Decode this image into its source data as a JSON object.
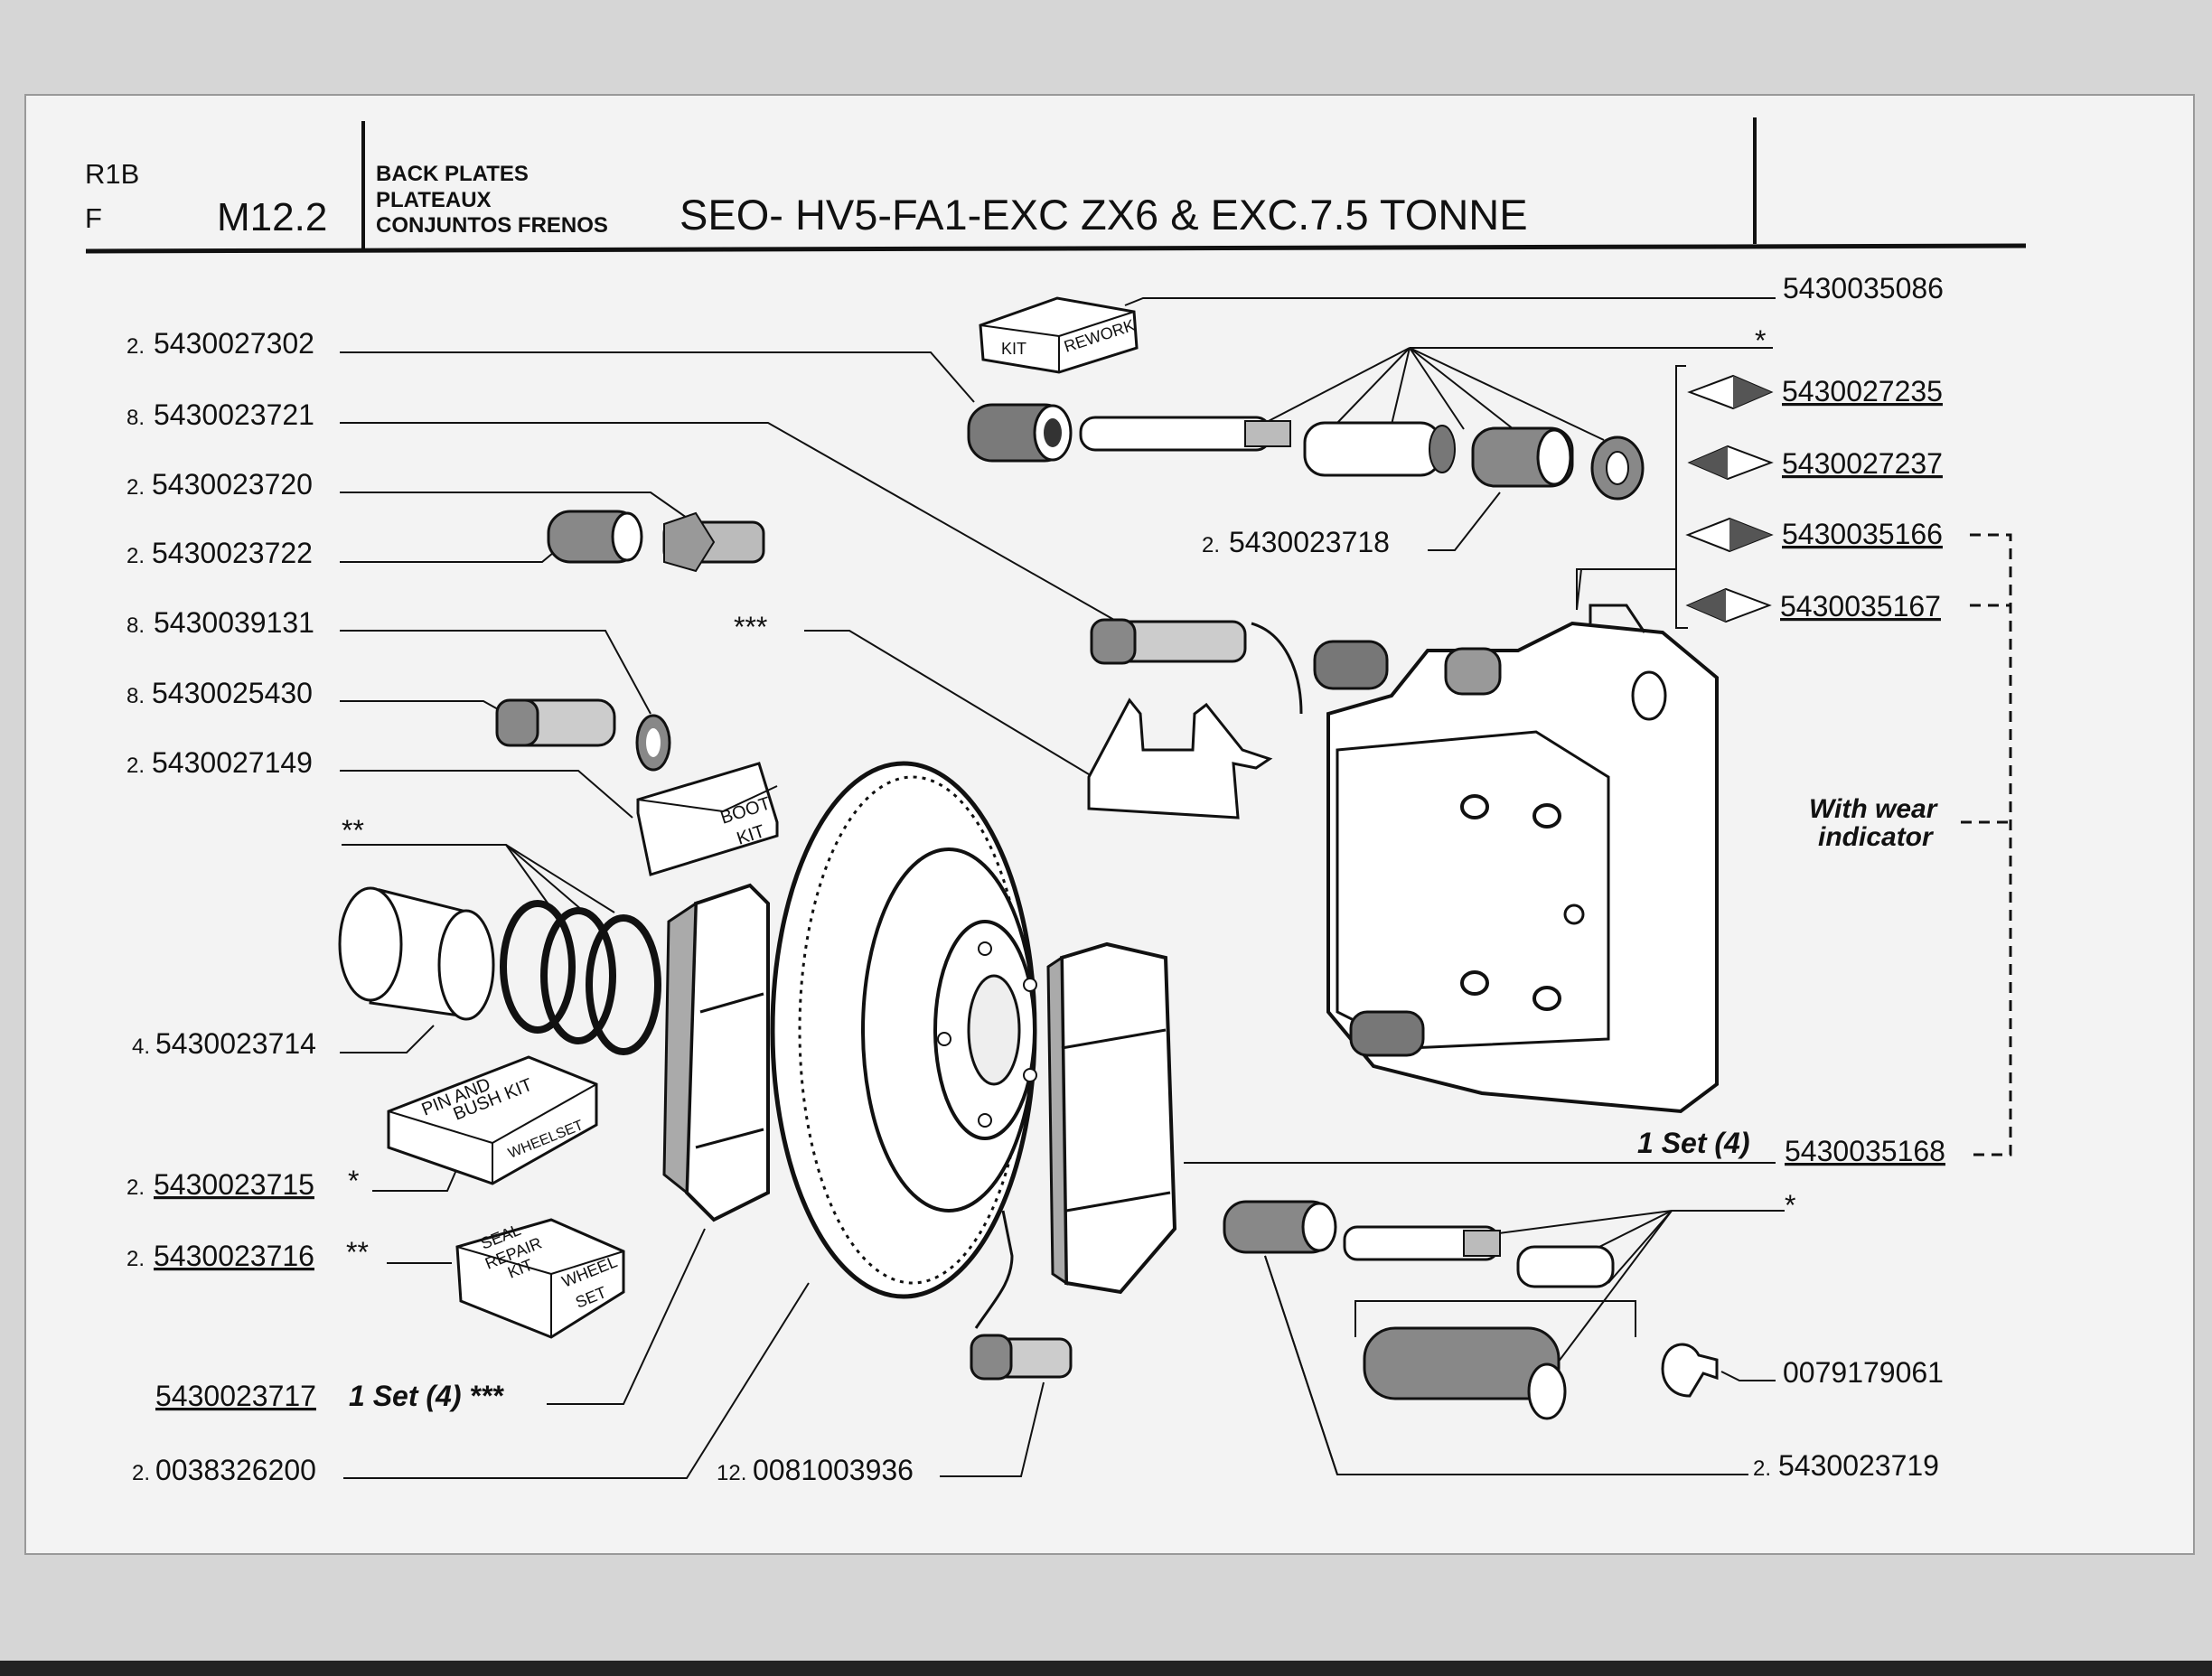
{
  "header": {
    "code_r1b": "R1B",
    "code_f": "F",
    "section": "M12.2",
    "desc_lines": [
      "BACK PLATES",
      "PLATEAUX",
      "CONJUNTOS FRENOS"
    ],
    "title": "SEO- HV5-FA1-EXC ZX6 & EXC.7.5 TONNE"
  },
  "left_labels": [
    {
      "qty": "2.",
      "part": "5430027302",
      "suffix": "",
      "underline": false
    },
    {
      "qty": "8.",
      "part": "5430023721",
      "suffix": "",
      "underline": false
    },
    {
      "qty": "2.",
      "part": "5430023720",
      "suffix": "",
      "underline": false
    },
    {
      "qty": "2.",
      "part": "5430023722",
      "suffix": "",
      "underline": false
    },
    {
      "qty": "8.",
      "part": "5430039131",
      "suffix": "",
      "underline": false
    },
    {
      "qty": "8.",
      "part": "5430025430",
      "suffix": "",
      "underline": false
    },
    {
      "qty": "2.",
      "part": "5430027149",
      "suffix": "",
      "underline": false
    },
    {
      "qty": "",
      "part": "",
      "suffix": "**",
      "underline": false
    },
    {
      "qty": "4.",
      "part": "5430023714",
      "suffix": "",
      "underline": false
    },
    {
      "qty": "2.",
      "part": "5430023715",
      "suffix": "*",
      "underline": true
    },
    {
      "qty": "2.",
      "part": "5430023716",
      "suffix": "**",
      "underline": true
    },
    {
      "qty": "",
      "part": "5430023717",
      "suffix": "1 Set (4) ***",
      "underline": true
    },
    {
      "qty": "2.",
      "part": "0038326200",
      "suffix": "",
      "underline": false
    }
  ],
  "right_labels": [
    {
      "qty": "",
      "part": "5430035086",
      "suffix": "",
      "underline": false
    },
    {
      "qty": "",
      "part": "",
      "suffix": "*",
      "underline": false
    },
    {
      "qty": "",
      "part": "5430027235",
      "suffix": "",
      "underline": true
    },
    {
      "qty": "",
      "part": "5430027237",
      "suffix": "",
      "underline": true
    },
    {
      "qty": "",
      "part": "5430035166",
      "suffix": "",
      "underline": true
    },
    {
      "qty": "",
      "part": "5430035167",
      "suffix": "",
      "underline": true
    },
    {
      "qty": "",
      "part": "5430035168",
      "suffix": "",
      "underline": true
    },
    {
      "qty": "",
      "part": "",
      "suffix": "*",
      "underline": false
    },
    {
      "qty": "",
      "part": "0079179061",
      "suffix": "",
      "underline": false
    },
    {
      "qty": "2.",
      "part": "5430023719",
      "suffix": "",
      "underline": false
    }
  ],
  "inner_labels": {
    "mid_pin": {
      "qty": "2.",
      "part": "5430023718"
    },
    "triple_star": "***",
    "bottom_bolt": {
      "qty": "12.",
      "part": "0081003936"
    },
    "set_label": "1 Set (4)",
    "wear_indicator_1": "With wear",
    "wear_indicator_2": "indicator"
  },
  "kits": {
    "rework_kit": [
      "KIT",
      "REWORK"
    ],
    "boot_kit": [
      "BOOT",
      "KIT"
    ],
    "pin_bush_kit": [
      "PIN AND",
      "BUSH KIT",
      "WHEELSET"
    ],
    "seal_repair_kit": [
      "SEAL",
      "REPAIR",
      "KIT",
      "WHEEL",
      "SET"
    ]
  },
  "colors": {
    "paper": "#f2f2f2",
    "ink": "#111111",
    "background": "#d6d6d6",
    "shade": "#9a9a9a"
  }
}
